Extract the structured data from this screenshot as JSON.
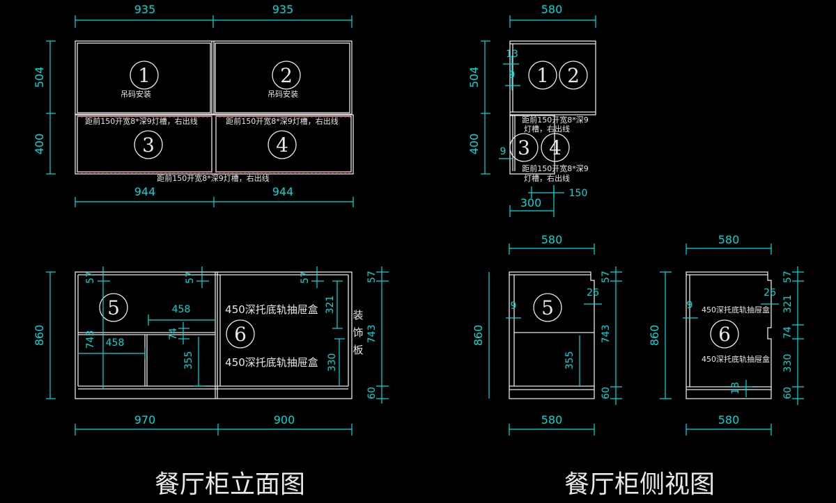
{
  "front_upper": {
    "dims_top": [
      "935",
      "935"
    ],
    "dims_left": [
      "504",
      "400"
    ],
    "dims_bottom": [
      "944",
      "944"
    ],
    "markers": [
      "1",
      "2",
      "3",
      "4"
    ],
    "hang_notes": [
      "吊码安装",
      "吊码安装"
    ],
    "slot_notes": [
      "距前150开宽8*深9灯槽，右出线",
      "距前150开宽8*深9灯槽，右出线",
      "距前150开宽8*深9灯槽，右出线"
    ]
  },
  "side_upper": {
    "dim_top": "580",
    "dims_left": [
      "504",
      "400"
    ],
    "small_dims": [
      "13",
      "9",
      "9"
    ],
    "markers": [
      "1",
      "2",
      "3",
      "4"
    ],
    "slot_note_1": [
      "距前150开宽8*深9",
      "灯槽，右出线"
    ],
    "slot_note_2": [
      "距前150开宽8*深9",
      "灯槽，右出线"
    ],
    "dim_150": "150",
    "dim_300": "300"
  },
  "front_lower": {
    "dim_height": "860",
    "dims_bottom": [
      "970",
      "900"
    ],
    "dims_right": [
      "57",
      "743",
      "60"
    ],
    "inner_dims": [
      "57",
      "57",
      "57",
      "743",
      "458",
      "458",
      "74",
      "355",
      "321",
      "330"
    ],
    "markers": [
      "5",
      "6"
    ],
    "drawer_notes": [
      "450深托底轨抽屉盒",
      "450深托底轨抽屉盒"
    ],
    "panel_label": [
      "装",
      "饰",
      "板"
    ]
  },
  "side_lower_5": {
    "dim_top": "580",
    "dim_bottom": "580",
    "dim_height": "860",
    "dims_right": [
      "57",
      "743",
      "60"
    ],
    "inner_dims": [
      "9",
      "26",
      "355"
    ],
    "marker": "5"
  },
  "side_lower_6": {
    "dim_top": "580",
    "dim_bottom": "580",
    "dim_height": "860",
    "dims_right": [
      "57",
      "321",
      "74",
      "330",
      "60"
    ],
    "inner_dims": [
      "9",
      "26",
      "18"
    ],
    "marker": "6",
    "drawer_notes": [
      "450深托底轨抽屉盒",
      "450深托底轨抽屉盒"
    ]
  },
  "titles": {
    "elevation": "餐厅柜立面图",
    "side_view": "餐厅柜侧视图"
  }
}
